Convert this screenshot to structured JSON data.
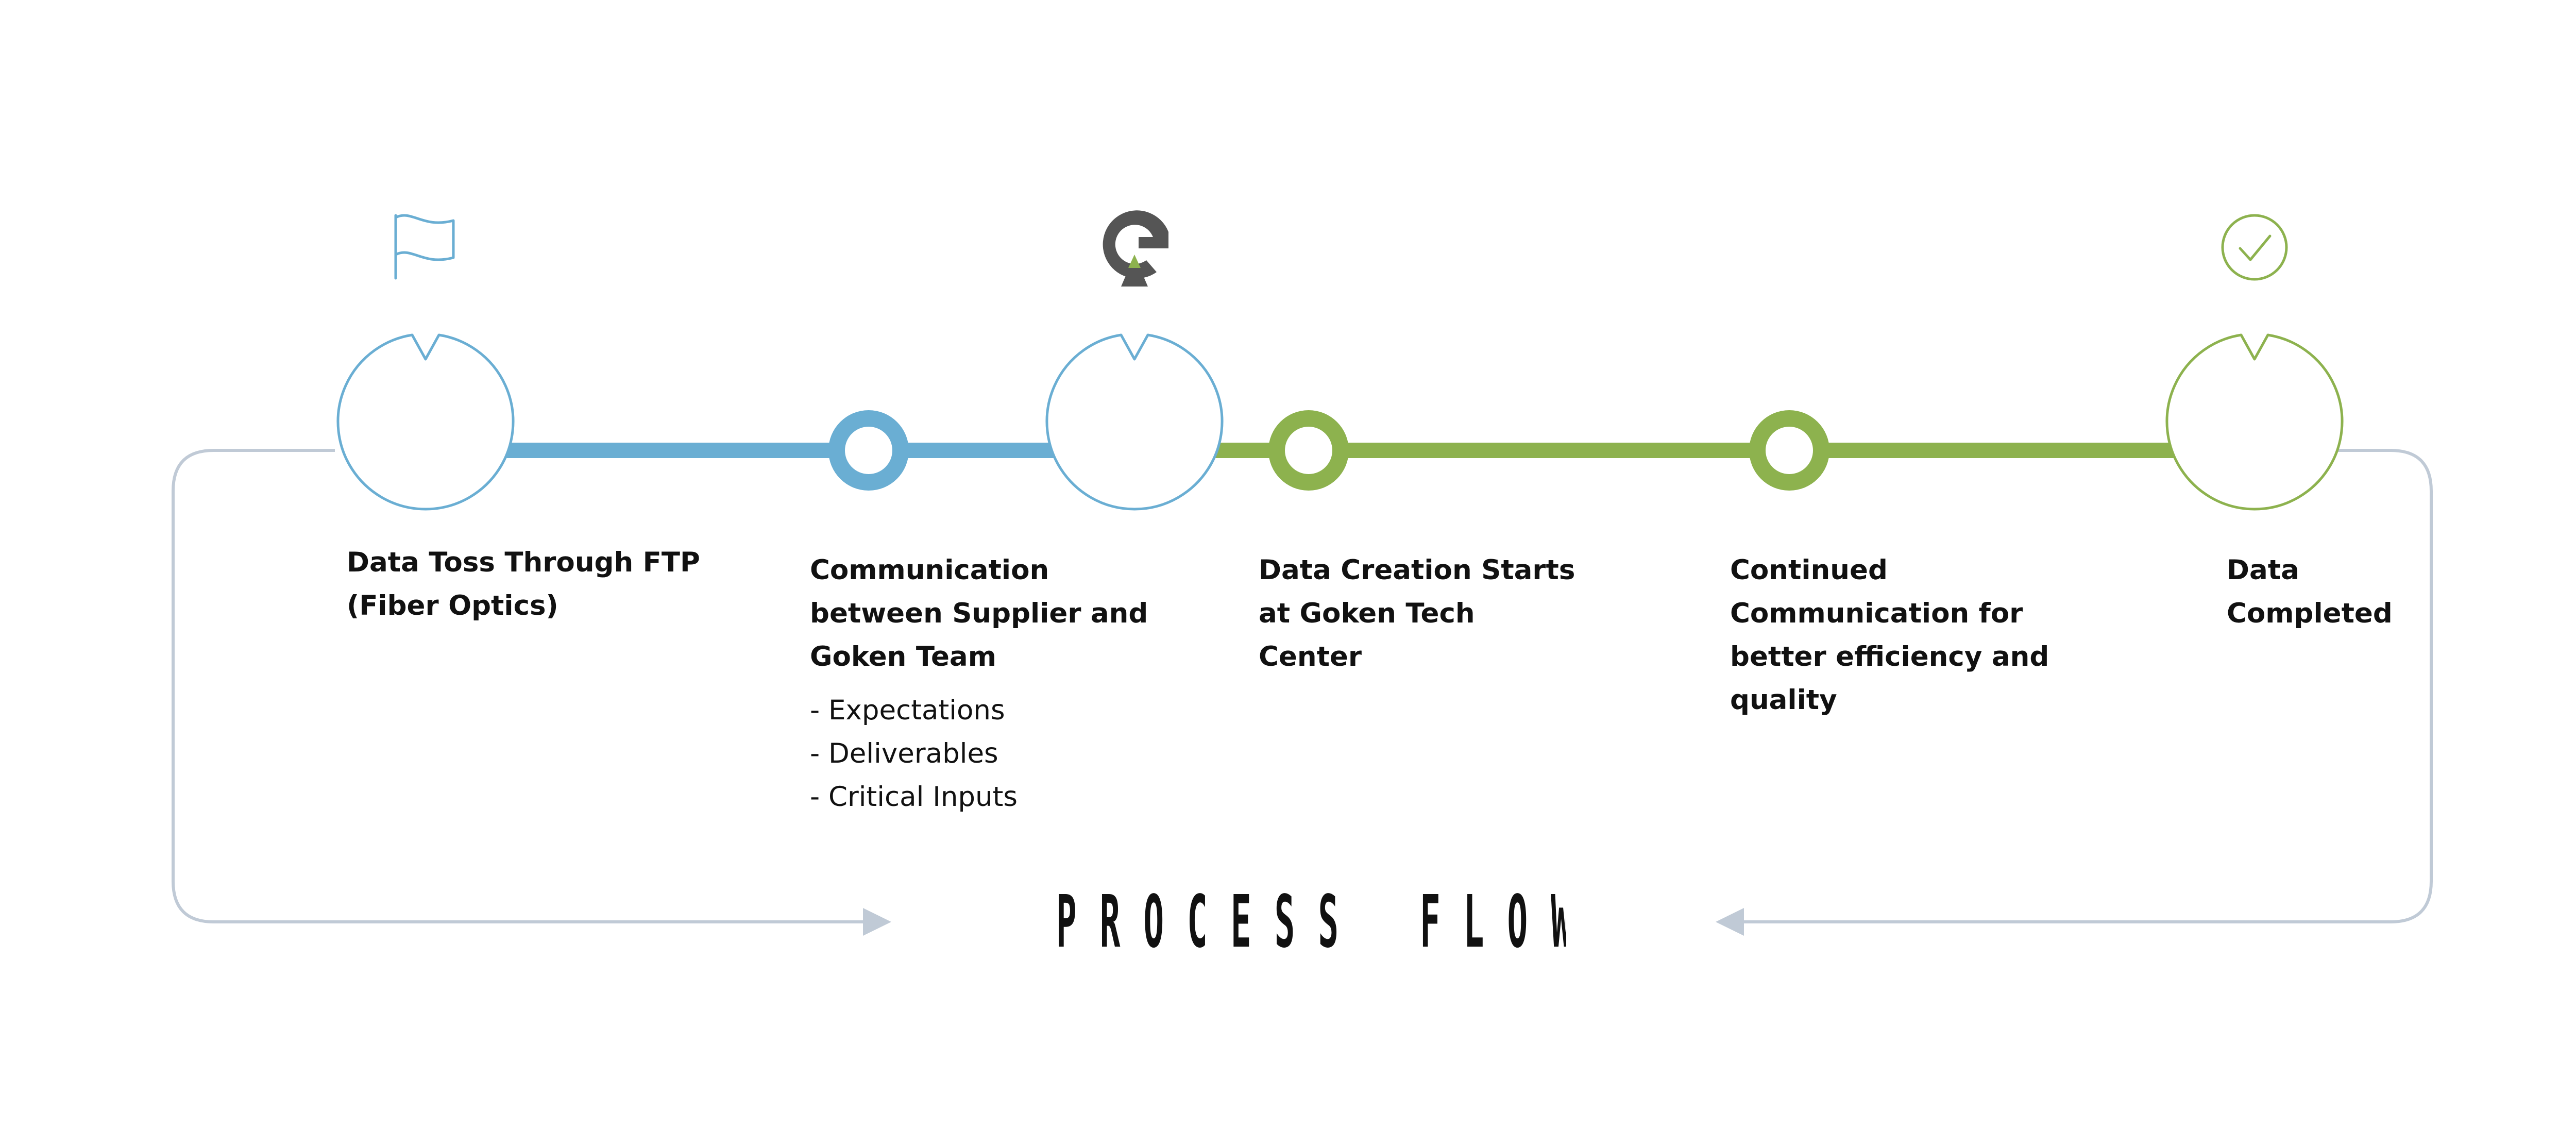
{
  "diagram": {
    "title": "PROCESS FLOW",
    "colors": {
      "blue": "#6aaed3",
      "green": "#8db24e",
      "gray": "#c0cad6",
      "dark": "#111111"
    },
    "steps": [
      {
        "title_lines": [
          "Data Toss Through FTP",
          "(Fiber Optics)"
        ],
        "items": [],
        "color": "blue",
        "icon": "flag-icon"
      },
      {
        "title_lines": [
          "Communication",
          "between Supplier and",
          "Goken Team"
        ],
        "items": [
          "- Expectations",
          "- Deliverables",
          "- Critical Inputs"
        ],
        "color": "blue",
        "icon": "goken-logo-icon"
      },
      {
        "title_lines": [
          "Data Creation Starts",
          "at Goken Tech",
          "Center"
        ],
        "items": [],
        "color": "green",
        "icon": ""
      },
      {
        "title_lines": [
          "Continued",
          "Communication for",
          "better efficiency and",
          "quality"
        ],
        "items": [],
        "color": "green",
        "icon": ""
      },
      {
        "title_lines": [
          "Data",
          "Completed"
        ],
        "items": [],
        "color": "green",
        "icon": "check-circle-icon"
      }
    ]
  }
}
